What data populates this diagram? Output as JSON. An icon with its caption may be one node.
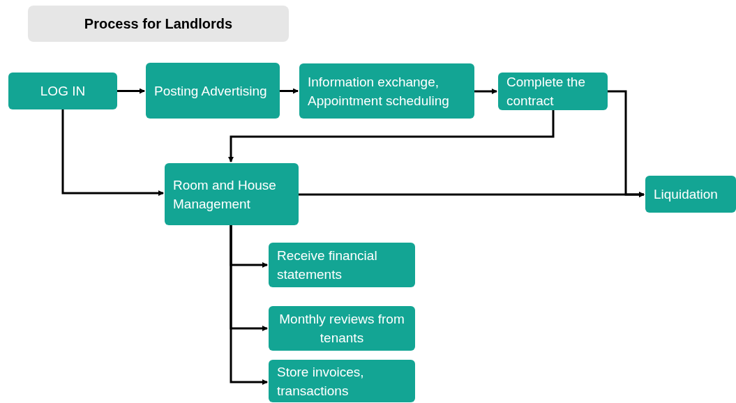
{
  "diagram": {
    "title": "Process for Landlords",
    "nodes": [
      {
        "text": [
          "LOG IN"
        ]
      },
      {
        "text": [
          "Posting Advertising"
        ]
      },
      {
        "text": [
          "Information exchange, Appointment scheduling"
        ]
      },
      {
        "text": [
          "Complete the contract"
        ]
      },
      {
        "text": [
          "Room and House Management"
        ]
      },
      {
        "text": [
          "Liquidation"
        ]
      },
      {
        "text": [
          "Receive financial statements"
        ]
      },
      {
        "text": [
          "Monthly reviews from tenants"
        ]
      },
      {
        "text": [
          "Store invoices, transactions"
        ]
      }
    ],
    "edges": [
      {
        "from": 0,
        "to": 1,
        "arrow": "to"
      },
      {
        "from": 1,
        "to": 2,
        "arrow": "to"
      },
      {
        "from": 2,
        "to": 3,
        "arrow": "to"
      },
      {
        "from": 3,
        "to": 4,
        "arrow": "to"
      },
      {
        "from": 0,
        "to": 4,
        "arrow": "to"
      },
      {
        "from": 4,
        "to": 5,
        "arrow": "to"
      },
      {
        "from": 3,
        "to": 5,
        "arrow": "to"
      },
      {
        "from": 4,
        "to": 6,
        "arrow": "to"
      },
      {
        "from": 4,
        "to": 7,
        "arrow": "to"
      },
      {
        "from": 4,
        "to": 8,
        "arrow": "to"
      }
    ]
  }
}
